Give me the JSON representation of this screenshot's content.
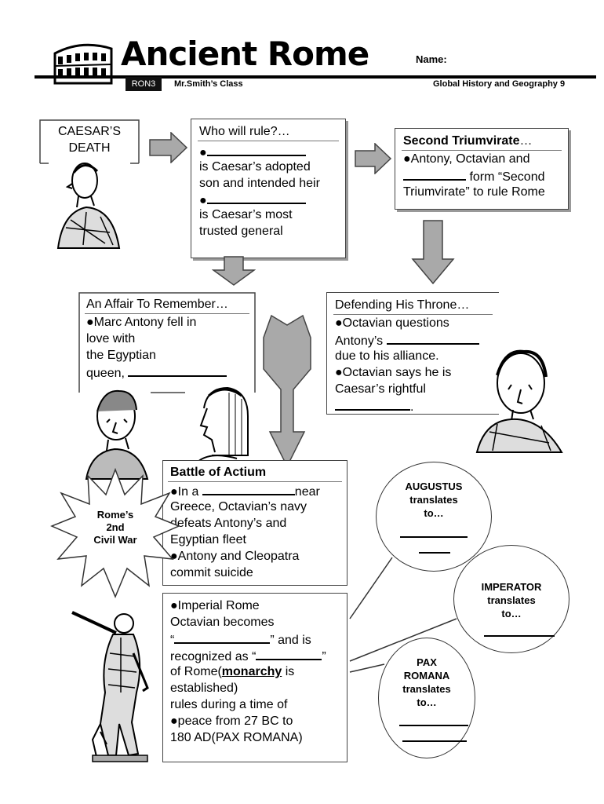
{
  "header": {
    "title": "Ancient Rome",
    "code_badge": "RON3",
    "class_label": "Mr.Smith’s Class",
    "name_label": "Name:",
    "course_label": "Global History and Geography 9"
  },
  "caesar_box": {
    "line1": "CAESAR’S",
    "line2": "DEATH"
  },
  "who_box": {
    "title": "Who will rule?…",
    "bullet": "●",
    "line1": "is Caesar’s adopted",
    "line2": "son and intended heir",
    "line3": "is Caesar’s most",
    "line4": "trusted general"
  },
  "triumvirate_box": {
    "title": "Second Triumvirate",
    "title_suffix": "…",
    "line1": "●Antony, Octavian and",
    "line2_after": " form “Second",
    "line3": "Triumvirate” to rule Rome"
  },
  "affair_box": {
    "title": "An Affair To Remember…",
    "line1": "●Marc Antony fell in",
    "line2": "love with",
    "line3": "the Egyptian",
    "line4": " queen, "
  },
  "defending_box": {
    "title": "Defending His Throne…",
    "line1": " ●Octavian questions",
    "line2": "Antony’s ",
    "line3": " due to his alliance.",
    "line4": "●Octavian says he is",
    "line5": "Caesar’s rightful",
    "line6_after": "."
  },
  "actium_box": {
    "title": "Battle of Actium",
    "line1_pre": "●In a ",
    "line1_after": "near",
    "line2": "Greece, Octavian’s navy",
    "line3": "defeats Antony’s and",
    "line4": "Egyptian fleet",
    "line5": "●Antony and Cleopatra",
    "line6": "commit suicide"
  },
  "burst": {
    "line1": "Rome’s",
    "line2": "2nd",
    "line3": "Civil War"
  },
  "imperial_box": {
    "line1": "●Imperial Rome",
    "line2": "Octavian becomes",
    "line3_pre": "“",
    "line3_after": "” and is",
    "line4_pre": "recognized as “",
    "line4_after": "”",
    "line5_pre": "of Rome(",
    "line5_mid": "monarchy",
    "line5_after": "  is",
    "line6": "established)",
    "line7": "rules during a time of",
    "line8": "●peace from 27 BC to",
    "line9": "180 AD(PAX ROMANA)"
  },
  "circles": {
    "augustus": {
      "l1": "AUGUSTUS",
      "l2": "translates",
      "l3": "to…"
    },
    "imperator": {
      "l1": "IMPERATOR",
      "l2": "translates",
      "l3": "to…"
    },
    "pax": {
      "l1": "PAX",
      "l2": "ROMANA",
      "l3": "translates",
      "l4": "to…"
    }
  },
  "icons": [
    "colosseum-icon",
    "caesar-portrait",
    "antony-portrait",
    "cleopatra-portrait",
    "octavian-portrait",
    "augustus-statue",
    "right-arrow-icon",
    "down-arrow-icon",
    "double-arrow-icon",
    "starburst"
  ],
  "colors": {
    "arrow_fill": "#a9a9a9",
    "badge_bg": "#111111"
  }
}
